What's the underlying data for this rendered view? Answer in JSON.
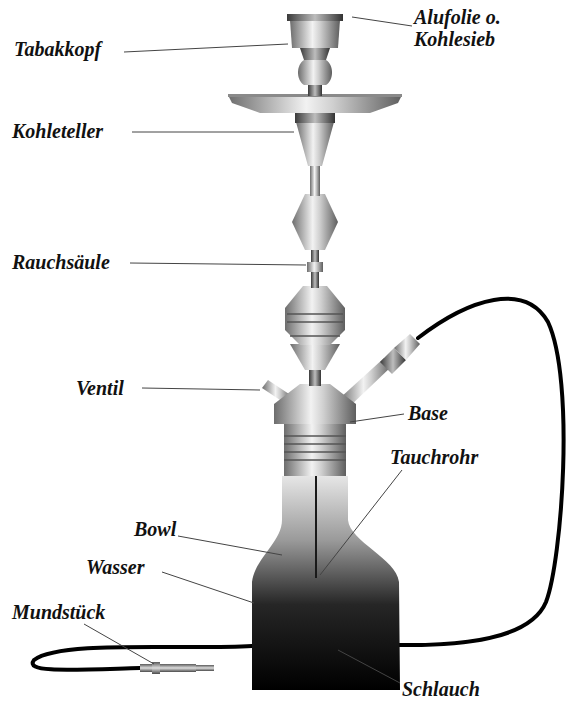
{
  "diagram": {
    "labels": [
      "Tabakkopf",
      "Alufolie o. Kohlesieb",
      "Kohleteller",
      "Rauchsäule",
      "Ventil",
      "Base",
      "Tauchrohr",
      "Bowl",
      "Wasser",
      "Mundstück",
      "Schlauch"
    ]
  }
}
